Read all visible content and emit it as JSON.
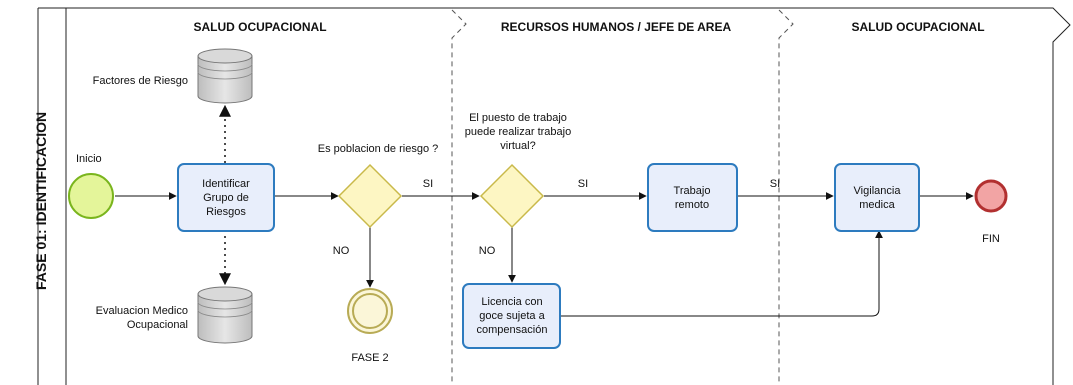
{
  "pool": {
    "label": "FASE 01: IDENTIFICACION"
  },
  "lanes": [
    {
      "label": "SALUD OCUPACIONAL"
    },
    {
      "label": "RECURSOS HUMANOS / JEFE DE AREA"
    },
    {
      "label": "SALUD OCUPACIONAL"
    }
  ],
  "events": {
    "start": "Inicio",
    "end": "FIN",
    "phase2": "FASE 2"
  },
  "tasks": {
    "identify": [
      "Identificar",
      "Grupo de",
      "Riesgos"
    ],
    "remote": [
      "Trabajo",
      "remoto"
    ],
    "license": [
      "Licencia con",
      "goce sujeta a",
      "compensación"
    ],
    "surveillance": [
      "Vigilancia",
      "medica"
    ]
  },
  "gateways": {
    "g1_question": "Es poblacion de riesgo ?",
    "g2_question": [
      "El puesto de trabajo",
      "puede realizar trabajo",
      "virtual?"
    ]
  },
  "datastores": {
    "risk_factors": "Factores de Riesgo",
    "medical_eval": [
      "Evaluacion Medico",
      "Ocupacional"
    ]
  },
  "flow_labels": {
    "g1_yes": "SI",
    "g1_no": "NO",
    "g2_yes": "SI",
    "g2_no": "NO",
    "remote_yes": "SI"
  },
  "colors": {
    "task_fill": "#e8eefb",
    "task_stroke": "#2d7bbf",
    "gateway_fill": "#fdf6c3",
    "gateway_stroke": "#c9b94a",
    "start_fill": "#e4f59a",
    "start_stroke": "#7ab51d",
    "end_fill": "#f2a4a4",
    "end_stroke": "#b23030",
    "phase_fill": "#fbf6d8",
    "phase_stroke": "#b8ab55"
  }
}
